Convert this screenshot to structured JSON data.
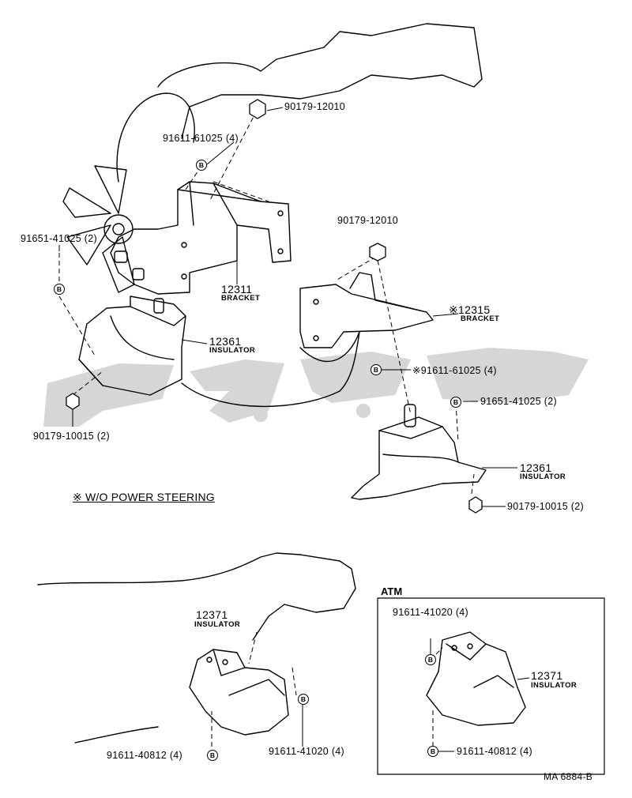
{
  "parts": {
    "nut_top": "90179-12010",
    "bolt_top": "91611-61025 (4)",
    "bolt_left": "91651-41025 (2)",
    "bracket_left_num": "12311",
    "bracket_left_name": "BRACKET",
    "insulator_left_num": "12361",
    "insulator_left_name": "INSULATOR",
    "nut_left_bottom": "90179-10015 (2)",
    "nut_mid": "90179-12010",
    "bracket_right_num": "※12315",
    "bracket_right_name": "BRACKET",
    "bolt_mid": "※91611-61025 (4)",
    "bolt_right": "91651-41025 (2)",
    "insulator_right_num": "12361",
    "insulator_right_name": "INSULATOR",
    "nut_right_bottom": "90179-10015 (2)",
    "insulator_rear_num": "12371",
    "insulator_rear_name": "INSULATOR",
    "bolt_rear_left": "91611-40812 (4)",
    "bolt_rear_right": "91611-41020 (4)",
    "atm_bolt_top": "91611-41020 (4)",
    "atm_insulator_num": "12371",
    "atm_insulator_name": "INSULATOR",
    "atm_bolt_bottom": "91611-40812 (4)"
  },
  "note": "※ W/O POWER STEERING",
  "atm_box_title": "ATM",
  "marker_letter": "B",
  "diagram_code": "MA 6884-B",
  "watermark_color": "#c8c8c8"
}
